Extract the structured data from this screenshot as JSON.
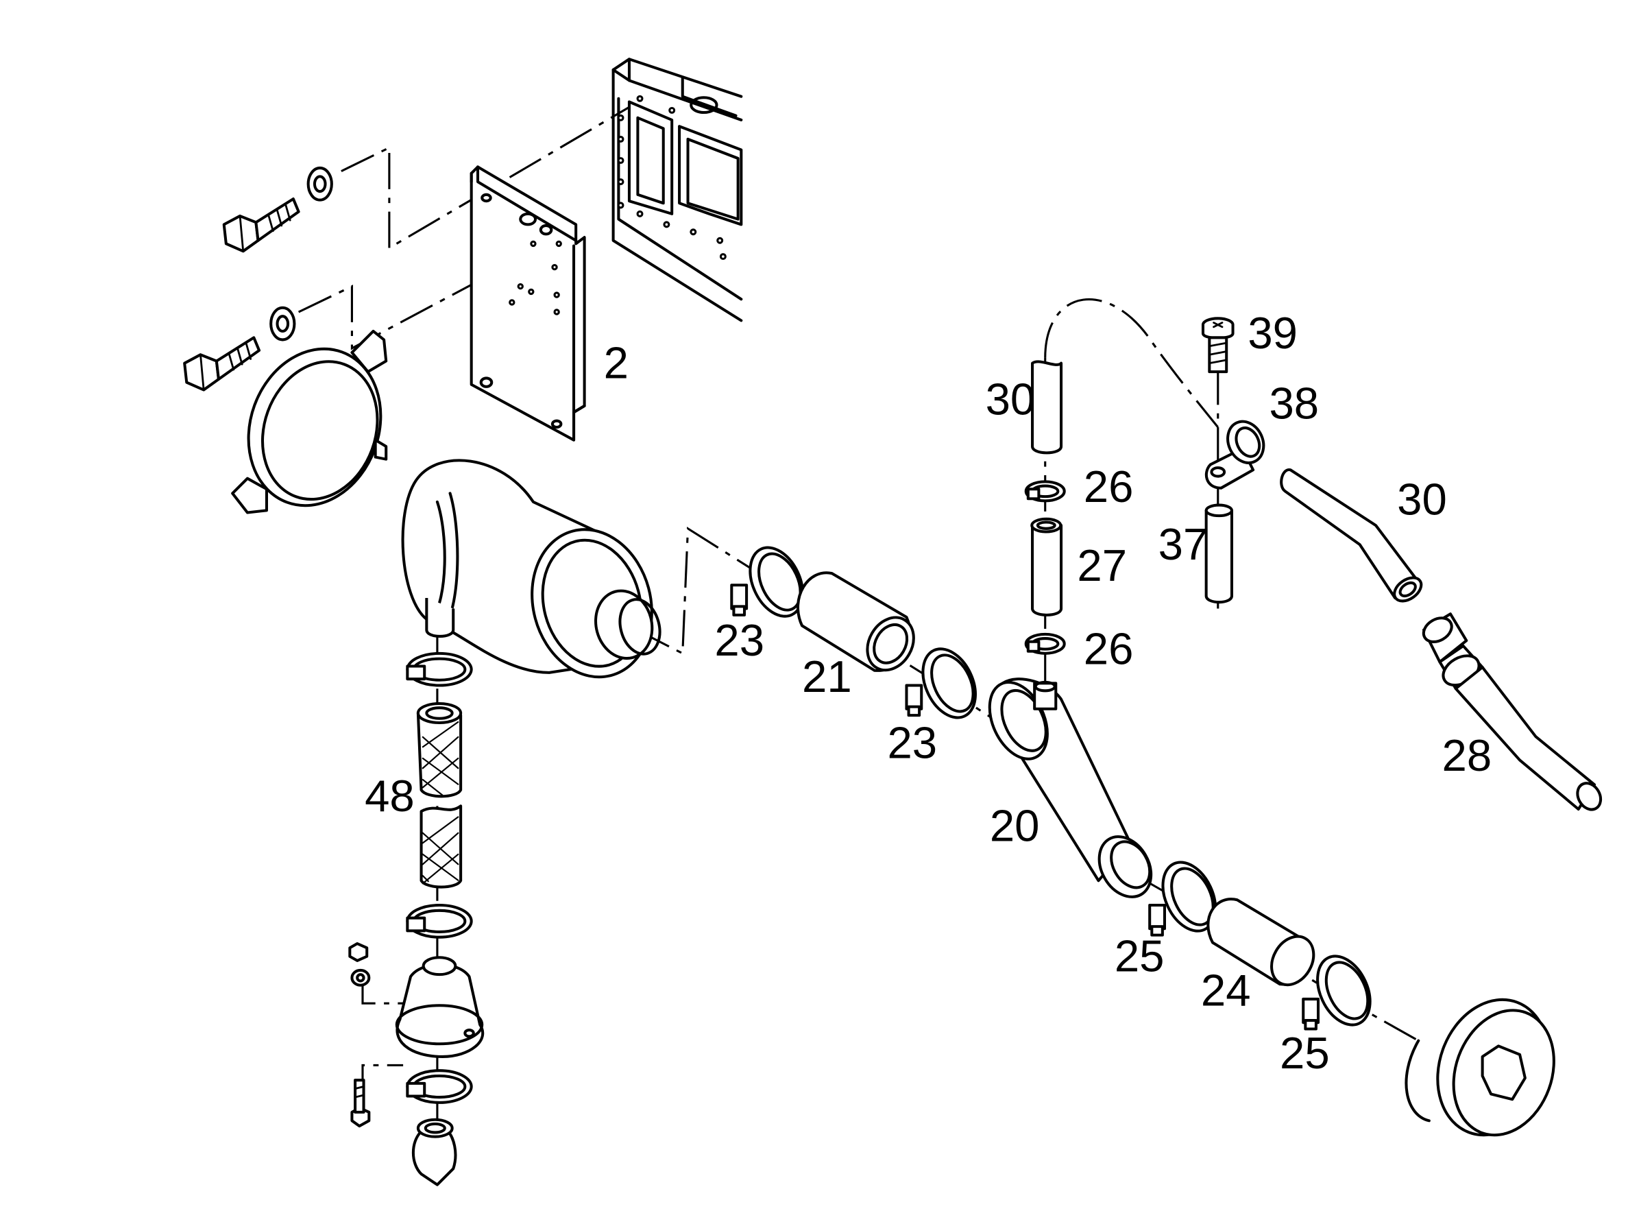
{
  "diagram": {
    "type": "exploded-parts-diagram",
    "callouts": [
      {
        "id": "2",
        "text": "2"
      },
      {
        "id": "20",
        "text": "20"
      },
      {
        "id": "21",
        "text": "21"
      },
      {
        "id": "23a",
        "text": "23"
      },
      {
        "id": "23b",
        "text": "23"
      },
      {
        "id": "24",
        "text": "24"
      },
      {
        "id": "25a",
        "text": "25"
      },
      {
        "id": "25b",
        "text": "25"
      },
      {
        "id": "26a",
        "text": "26"
      },
      {
        "id": "26b",
        "text": "26"
      },
      {
        "id": "27",
        "text": "27"
      },
      {
        "id": "28",
        "text": "28"
      },
      {
        "id": "30a",
        "text": "30"
      },
      {
        "id": "30b",
        "text": "30"
      },
      {
        "id": "37",
        "text": "37"
      },
      {
        "id": "38",
        "text": "38"
      },
      {
        "id": "39",
        "text": "39"
      },
      {
        "id": "48",
        "text": "48"
      }
    ],
    "parts": [
      {
        "part": "frame-section"
      },
      {
        "part": "mounting-bracket-plate"
      },
      {
        "part": "hex-bolt-upper"
      },
      {
        "part": "washer-upper"
      },
      {
        "part": "hex-bolt-lower"
      },
      {
        "part": "washer-lower"
      },
      {
        "part": "filter-band-clamp"
      },
      {
        "part": "air-filter-housing"
      },
      {
        "part": "dust-valve-hose"
      },
      {
        "part": "dust-ejector-valve"
      },
      {
        "part": "hose-clamp"
      },
      {
        "part": "intake-hose"
      },
      {
        "part": "reducer-elbow"
      },
      {
        "part": "pre-cleaner-cap"
      },
      {
        "part": "breather-pipe"
      },
      {
        "part": "pipe-clip"
      },
      {
        "part": "pan-head-screw"
      },
      {
        "part": "connector-hose"
      }
    ]
  }
}
